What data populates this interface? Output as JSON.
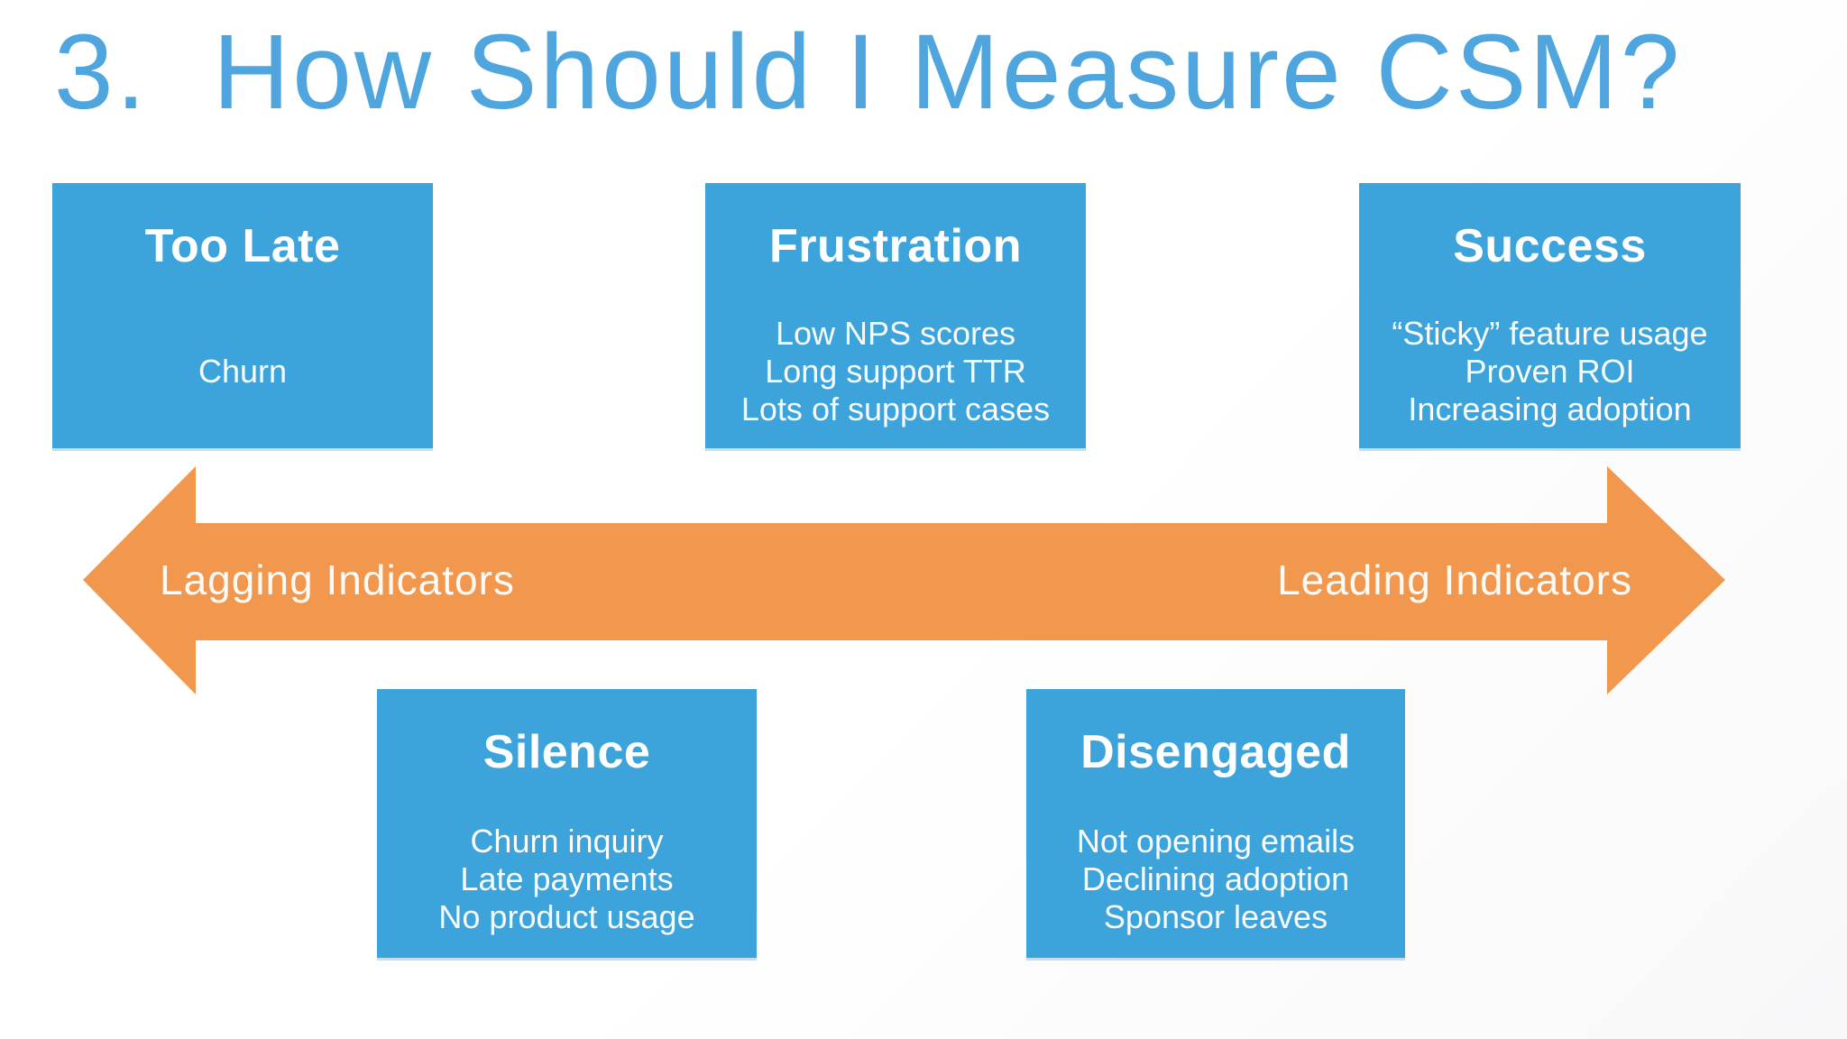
{
  "slide": {
    "title": "3.  How Should I Measure CSM?",
    "colors": {
      "title_blue": "#4FA6DE",
      "box_blue": "#3DA4DB",
      "arrow_orange": "#F2984E",
      "text_white": "#FFFFFF"
    },
    "boxes": [
      {
        "id": "too-late",
        "title": "Too Late",
        "lines": [
          "Churn"
        ]
      },
      {
        "id": "frustration",
        "title": "Frustration",
        "lines": [
          "Low NPS scores",
          "Long support TTR",
          "Lots of support cases"
        ]
      },
      {
        "id": "success",
        "title": "Success",
        "lines": [
          "“Sticky” feature usage",
          "Proven ROI",
          "Increasing adoption"
        ]
      },
      {
        "id": "silence",
        "title": "Silence",
        "lines": [
          "Churn inquiry",
          "Late payments",
          "No product usage"
        ]
      },
      {
        "id": "disengaged",
        "title": "Disengaged",
        "lines": [
          "Not opening emails",
          "Declining adoption",
          "Sponsor leaves"
        ]
      }
    ],
    "arrow": {
      "left_label": "Lagging Indicators",
      "right_label": "Leading Indicators"
    }
  }
}
